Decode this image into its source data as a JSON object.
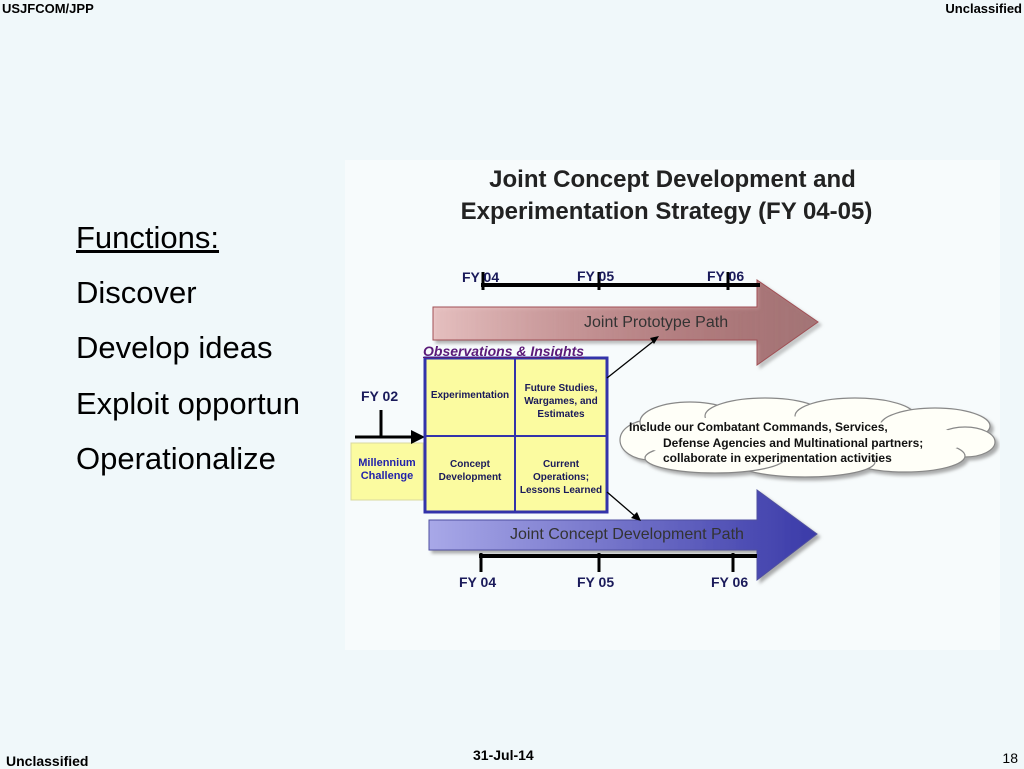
{
  "header": {
    "left": "USJFCOM/JPP",
    "right": "Unclassified"
  },
  "footer": {
    "left": "Unclassified",
    "date": "31-Jul-14",
    "page": "18"
  },
  "functions": {
    "heading": "Functions:",
    "items": [
      "Discover",
      "Develop ideas",
      "Exploit opportun",
      "Operationalize"
    ]
  },
  "diagram": {
    "title_line1": "Joint Concept Development and",
    "title_line2": "Experimentation Strategy (FY 04-05)",
    "top_timeline": [
      "FY 04",
      "FY 05",
      "FY 06"
    ],
    "top_path": "Joint Prototype Path",
    "observations": "Observations & Insights",
    "fy02": "FY 02",
    "millennium": "Millennium Challenge",
    "grid": {
      "experimentation": "Experimentation",
      "future_studies": "Future Studies, Wargames, and Estimates",
      "concept_development": "Concept Development",
      "current_operations": "Current Operations; Lessons Learned"
    },
    "cloud_lines": [
      "Include our Combatant Commands, Services,",
      "Defense Agencies and Multinational partners;",
      "collaborate in experimentation activities"
    ],
    "bottom_path": "Joint Concept Development  Path",
    "bottom_timeline": [
      "FY 04",
      "FY 05",
      "FY 06"
    ],
    "colors": {
      "top_arrow": "#b0585c",
      "bottom_arrow": "#7c7ccc",
      "box_fill": "#fbfba0",
      "box_border": "#3333aa"
    }
  }
}
